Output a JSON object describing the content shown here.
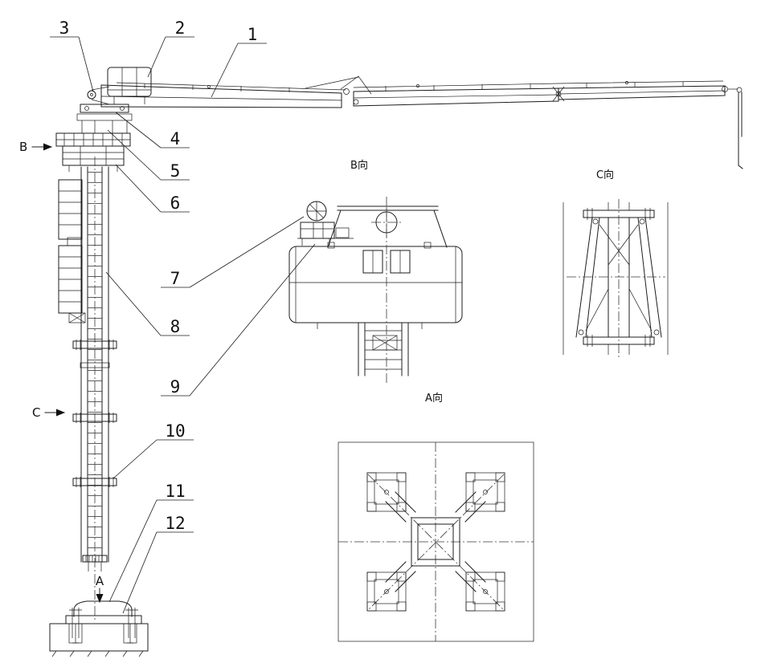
{
  "drawing": {
    "background": "#ffffff",
    "line_color": "#1c1c1c",
    "callouts": [
      {
        "label": "1"
      },
      {
        "label": "2"
      },
      {
        "label": "3"
      },
      {
        "label": "4"
      },
      {
        "label": "5"
      },
      {
        "label": "6"
      },
      {
        "label": "7"
      },
      {
        "label": "8"
      },
      {
        "label": "9"
      },
      {
        "label": "10"
      },
      {
        "label": "11"
      },
      {
        "label": "12"
      }
    ],
    "section_arrows": {
      "b": "B",
      "c": "C",
      "a": "A"
    },
    "view_titles": {
      "b_view": "B向",
      "c_view": "C向",
      "a_view": "A向"
    }
  }
}
